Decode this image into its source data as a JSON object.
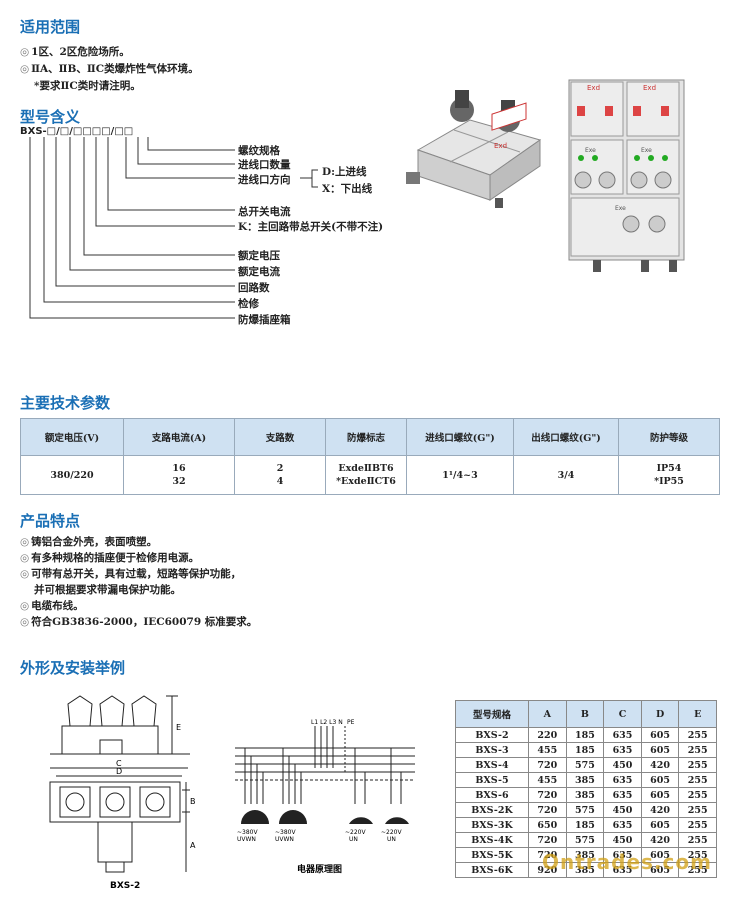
{
  "sections": {
    "scope": "适用范围",
    "model": "型号含义",
    "params": "主要技术参数",
    "features": "产品特点",
    "install": "外形及安装举例"
  },
  "scope_items": [
    "1区、2区危险场所。",
    "ⅡA、ⅡB、ⅡC类爆炸性气体环境。"
  ],
  "scope_note": "*要求ⅡC类时请注明。",
  "model_code": "BXS-□/□/□□□□/□□",
  "model_labels": {
    "thread": "螺纹规格",
    "inlet_count": "进线口数量",
    "inlet_dir": "进线口方向",
    "dir_d": "D:上进线",
    "dir_x": "X：下出线",
    "main_current": "总开关电流",
    "k_note": "K：主回路带总开关(不带不注)",
    "rated_voltage": "额定电压",
    "rated_current": "额定电流",
    "circuits": "回路数",
    "maintenance": "检修",
    "box": "防爆插座箱"
  },
  "param_table": {
    "headers": [
      "额定电压(V)",
      "支路电流(A)",
      "支路数",
      "防爆标志",
      "进线口螺纹(G\")",
      "出线口螺纹(G\")",
      "防护等级"
    ],
    "row": [
      "380/220",
      "16\n32",
      "2\n4",
      "ExdeⅡBT6\n*ExdeⅡCT6",
      "1¹/4~3",
      "3/4",
      "IP54\n*IP55"
    ]
  },
  "feature_items": [
    "铸铝合金外壳，表面喷塑。",
    "有多种规格的插座便于检修用电源。",
    "可带有总开关，具有过载，短路等保护功能，",
    "电缆布线。",
    "符合GB3836-2000，IEC60079 标准要求。"
  ],
  "feature_cont": "并可根据要求带漏电保护功能。",
  "dim_table": {
    "headers": [
      "型号规格",
      "A",
      "B",
      "C",
      "D",
      "E"
    ],
    "rows": [
      [
        "BXS-2",
        "220",
        "185",
        "635",
        "605",
        "255"
      ],
      [
        "BXS-3",
        "455",
        "185",
        "635",
        "605",
        "255"
      ],
      [
        "BXS-4",
        "720",
        "575",
        "450",
        "420",
        "255"
      ],
      [
        "BXS-5",
        "455",
        "385",
        "635",
        "605",
        "255"
      ],
      [
        "BXS-6",
        "720",
        "385",
        "635",
        "605",
        "255"
      ],
      [
        "BXS-2K",
        "720",
        "575",
        "450",
        "420",
        "255"
      ],
      [
        "BXS-3K",
        "650",
        "185",
        "635",
        "605",
        "255"
      ],
      [
        "BXS-4K",
        "720",
        "575",
        "450",
        "420",
        "255"
      ],
      [
        "BXS-5K",
        "720",
        "385",
        "635",
        "605",
        "255"
      ],
      [
        "BXS-6K",
        "920",
        "385",
        "635",
        "605",
        "255"
      ]
    ]
  },
  "drawing": {
    "label_bxs2": "BXS-2",
    "dim_a": "A",
    "dim_b": "B",
    "dim_c": "C",
    "dim_d": "D",
    "dim_e": "E",
    "schematic_title": "电器原理图",
    "bus_labels": "L1 L2 L3 N",
    "pe_label": "PE",
    "load1_v": "~380V",
    "load1_p": "UVWN",
    "load2_v": "~380V",
    "load2_p": "UVWN",
    "load3_v": "~220V",
    "load3_p": "UN",
    "load4_v": "~220V",
    "load4_p": "UN"
  },
  "photo": {
    "exd": "Exd",
    "exe": "Exe"
  },
  "watermark": "Ontrades.com",
  "colors": {
    "heading": "#1a6fb5",
    "header_bg": "#cfe1f2"
  }
}
